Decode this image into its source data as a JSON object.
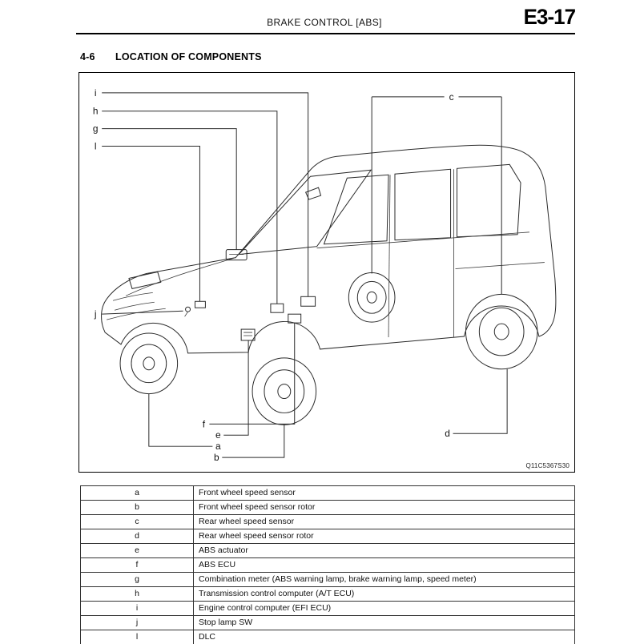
{
  "header": {
    "title": "BRAKE CONTROL [ABS]",
    "page_code": "E3-17"
  },
  "section": {
    "number": "4-6",
    "title": "LOCATION OF COMPONENTS"
  },
  "figure": {
    "ref_code": "Q11C5367S30",
    "callout_letters": [
      "i",
      "h",
      "g",
      "l",
      "c",
      "j",
      "f",
      "e",
      "a",
      "b",
      "d"
    ]
  },
  "legend_table": {
    "rows": [
      {
        "key": "a",
        "label": "Front wheel speed sensor"
      },
      {
        "key": "b",
        "label": "Front wheel speed sensor rotor"
      },
      {
        "key": "c",
        "label": "Rear wheel speed sensor"
      },
      {
        "key": "d",
        "label": "Rear wheel speed sensor rotor"
      },
      {
        "key": "e",
        "label": "ABS actuator"
      },
      {
        "key": "f",
        "label": "ABS ECU"
      },
      {
        "key": "g",
        "label": "Combination meter (ABS warning lamp, brake warning lamp, speed meter)"
      },
      {
        "key": "h",
        "label": "Transmission control computer (A/T ECU)"
      },
      {
        "key": "i",
        "label": "Engine control computer (EFI ECU)"
      },
      {
        "key": "j",
        "label": "Stop lamp SW"
      },
      {
        "key": "l",
        "label": "DLC"
      }
    ]
  }
}
